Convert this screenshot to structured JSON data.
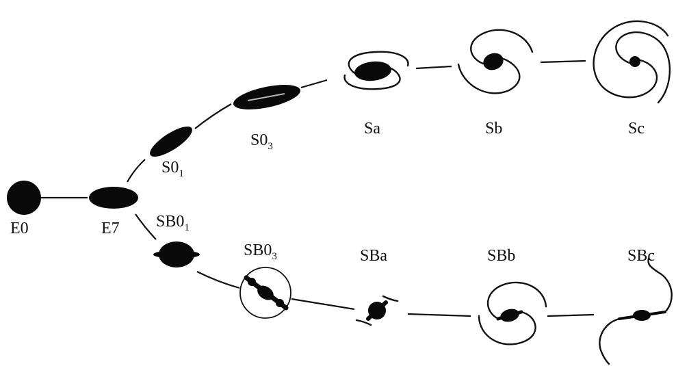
{
  "labels": {
    "e0": "E0",
    "e7": "E7",
    "s0_1": "S0",
    "s0_1_sub": "1",
    "s0_3": "S0",
    "s0_3_sub": "3",
    "sa": "Sa",
    "sb": "Sb",
    "sc": "Sc",
    "sb0_1": "SB0",
    "sb0_1_sub": "1",
    "sb0_3": "SB0",
    "sb0_3_sub": "3",
    "sba": "SBa",
    "sbb": "SBb",
    "sbc": "SBc"
  }
}
